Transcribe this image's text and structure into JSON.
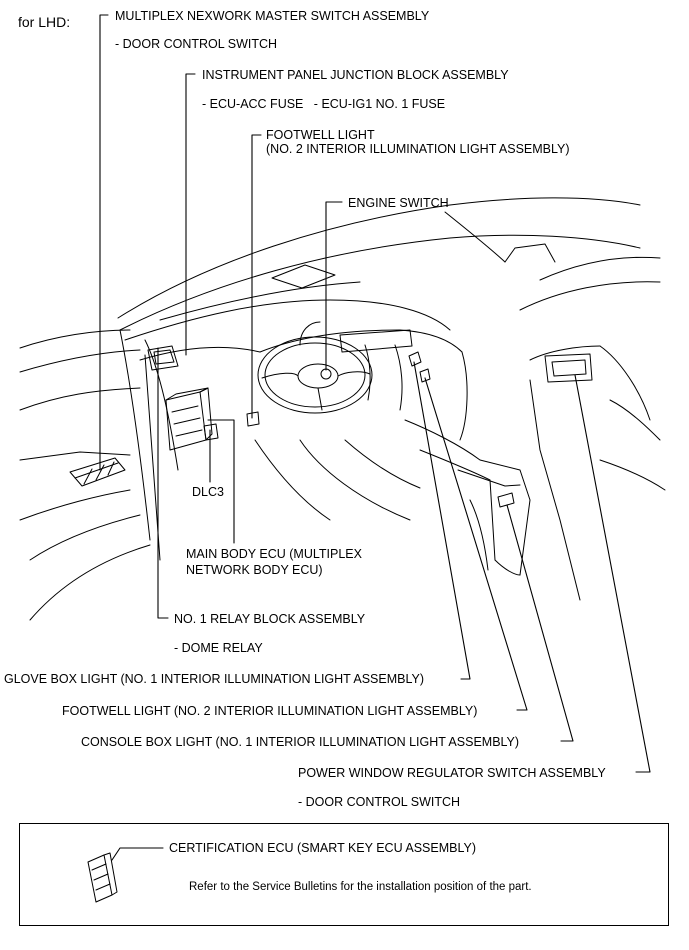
{
  "header": {
    "variant": "for LHD:"
  },
  "labels": {
    "multiplex_master_switch": "MULTIPLEX NEXWORK MASTER SWITCH ASSEMBLY",
    "door_control_switch_1": "- DOOR CONTROL SWITCH",
    "ip_junction_block": "INSTRUMENT PANEL JUNCTION BLOCK ASSEMBLY",
    "fuses": "- ECU-ACC FUSE   - ECU-IG1 NO. 1 FUSE",
    "footwell_light_top_1": "FOOTWELL LIGHT",
    "footwell_light_top_2": "(NO. 2 INTERIOR ILLUMINATION LIGHT ASSEMBLY)",
    "engine_switch": "ENGINE SWITCH",
    "dlc3": "DLC3",
    "main_body_ecu_1": "MAIN BODY ECU (MULTIPLEX",
    "main_body_ecu_2": "NETWORK BODY ECU)",
    "relay_block": "NO. 1 RELAY BLOCK ASSEMBLY",
    "dome_relay": "- DOME RELAY",
    "glove_box_light": "GLOVE BOX LIGHT (NO. 1 INTERIOR ILLUMINATION LIGHT ASSEMBLY)",
    "footwell_light_bottom": "FOOTWELL LIGHT (NO. 2 INTERIOR ILLUMINATION LIGHT ASSEMBLY)",
    "console_box_light": "CONSOLE BOX LIGHT (NO. 1 INTERIOR ILLUMINATION LIGHT ASSEMBLY)",
    "power_window_switch": "POWER WINDOW REGULATOR SWITCH ASSEMBLY",
    "door_control_switch_2": "- DOOR CONTROL SWITCH"
  },
  "note_box": {
    "title": "CERTIFICATION ECU (SMART KEY ECU ASSEMBLY)",
    "text": "Refer to the Service Bulletins for the installation position of the part."
  }
}
